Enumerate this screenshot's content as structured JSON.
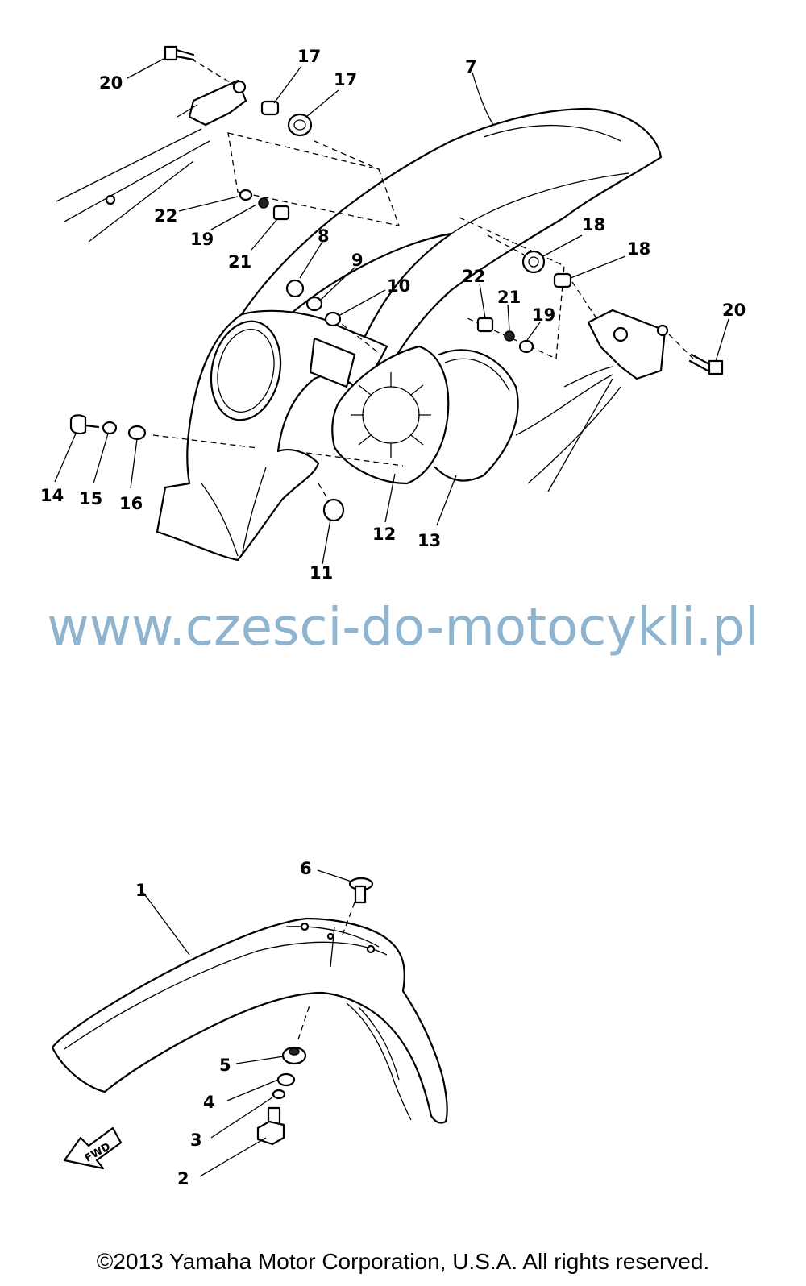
{
  "callouts": [
    {
      "id": "1",
      "label": "1"
    },
    {
      "id": "2",
      "label": "2"
    },
    {
      "id": "3",
      "label": "3"
    },
    {
      "id": "4",
      "label": "4"
    },
    {
      "id": "5",
      "label": "5"
    },
    {
      "id": "6",
      "label": "6"
    },
    {
      "id": "7",
      "label": "7"
    },
    {
      "id": "8",
      "label": "8"
    },
    {
      "id": "9",
      "label": "9"
    },
    {
      "id": "10",
      "label": "10"
    },
    {
      "id": "11",
      "label": "11"
    },
    {
      "id": "12",
      "label": "12"
    },
    {
      "id": "13",
      "label": "13"
    },
    {
      "id": "14",
      "label": "14"
    },
    {
      "id": "15",
      "label": "15"
    },
    {
      "id": "16",
      "label": "16"
    },
    {
      "id": "17a",
      "label": "17"
    },
    {
      "id": "18a",
      "label": "18"
    },
    {
      "id": "17b",
      "label": "17"
    },
    {
      "id": "18b",
      "label": "18"
    },
    {
      "id": "19a",
      "label": "19"
    },
    {
      "id": "21a",
      "label": "21"
    },
    {
      "id": "22a",
      "label": "22"
    },
    {
      "id": "19b",
      "label": "19"
    },
    {
      "id": "21b",
      "label": "21"
    },
    {
      "id": "22b",
      "label": "22"
    },
    {
      "id": "20a",
      "label": "20"
    },
    {
      "id": "20b",
      "label": "20"
    }
  ],
  "fwd_badge": "FWD",
  "watermark": "www.czesci-do-motocykli.pl",
  "copyright": "©2013 Yamaha Motor Corporation, U.S.A. All rights reserved.",
  "colors": {
    "line": "#000000",
    "watermark": "#8fb4cf",
    "background": "#ffffff"
  }
}
